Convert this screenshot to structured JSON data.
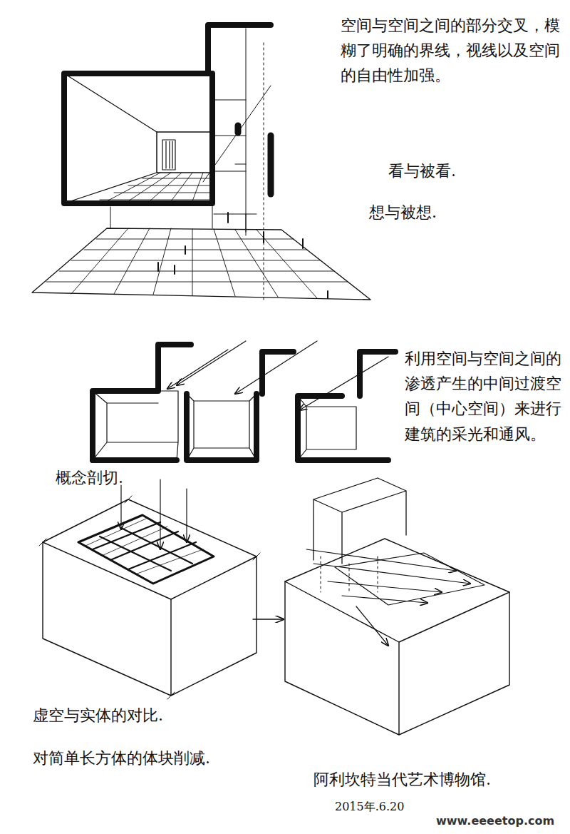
{
  "diagram": {
    "labels": [
      "空间与空间之间的部分交叉，模糊了明确的界线，视线以及空间的自由性加强。",
      "看与被看.",
      "想与被想.",
      "利用空间与空间之间的渗透产生的中间过渡空间（中心空间）来进行建筑的采光和通风。",
      "概念剖切.",
      "虚空与实体的对比.",
      "对简单长方体的体块削减.",
      "阿利坎特当代艺术博物馆.",
      "2015年.6.20",
      "www.eeeetop.com"
    ]
  }
}
